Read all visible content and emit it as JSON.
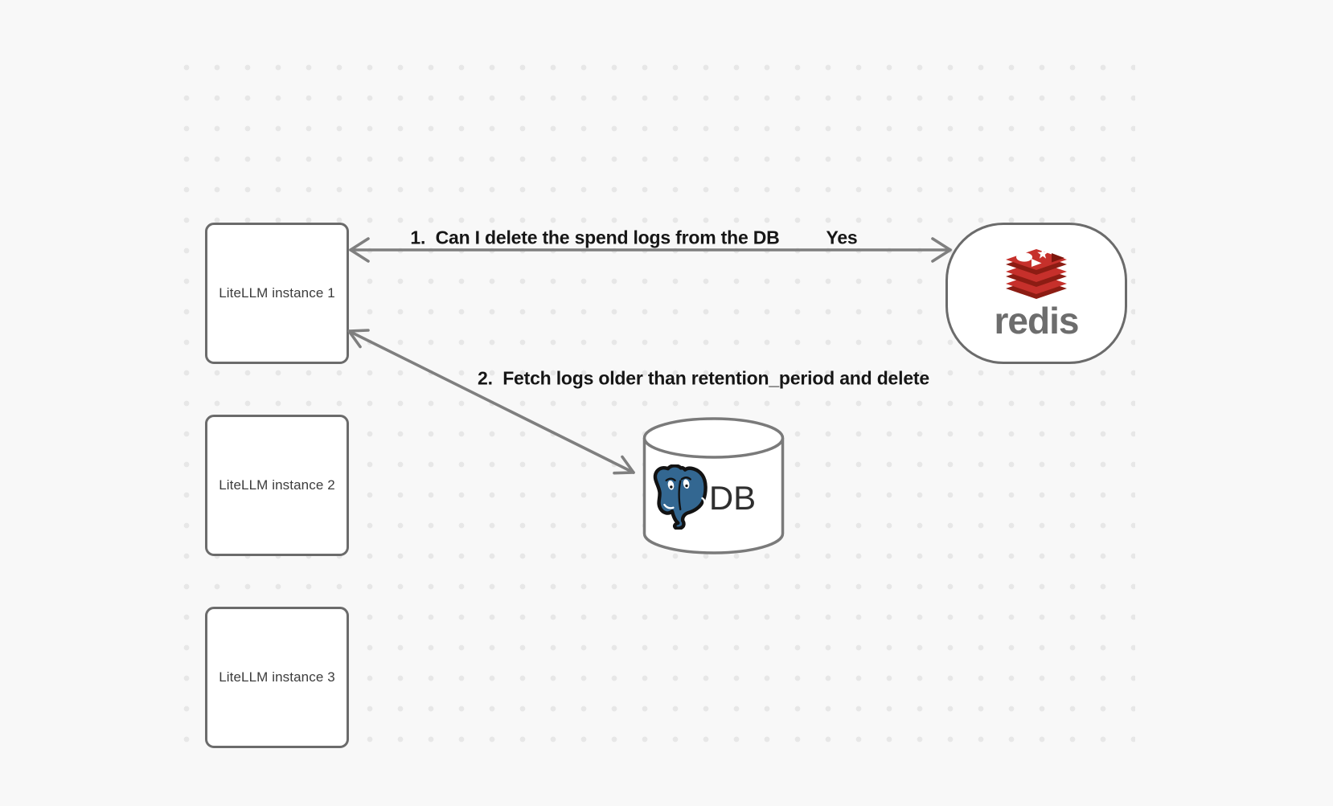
{
  "canvas": {
    "background_color": "#f8f8f8",
    "dot_color": "#e7e7e7",
    "stroke_color": "#7f7f7f"
  },
  "nodes": {
    "litellm_instances": [
      {
        "label": "LiteLLM instance 1"
      },
      {
        "label": "LiteLLM instance 2"
      },
      {
        "label": "LiteLLM instance 3"
      }
    ],
    "redis": {
      "label": "redis",
      "logo_red": "#c6302b",
      "logo_dark_red": "#8c1c13",
      "text_color": "#6d6d6d"
    },
    "db": {
      "label": "DB",
      "postgres_blue": "#336791"
    }
  },
  "arrows": [
    {
      "label": "1.  Can I delete the spend logs from the DB",
      "response": "Yes",
      "from": "redis",
      "to": "LiteLLM instance 1",
      "style": "double-headed"
    },
    {
      "label": "2.  Fetch logs older than retention_period and delete",
      "from": "LiteLLM instance 1",
      "to": "DB",
      "style": "double-headed"
    }
  ]
}
